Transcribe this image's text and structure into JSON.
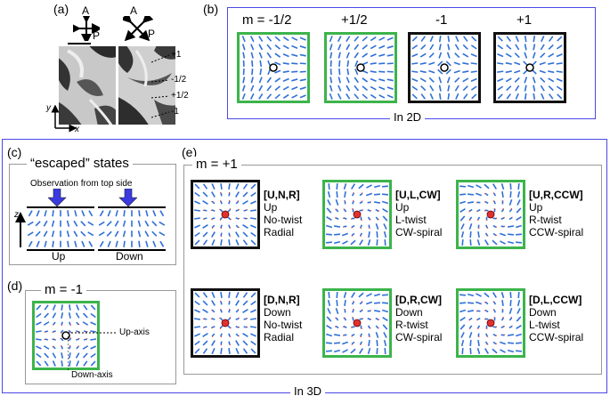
{
  "panels": {
    "a": {
      "label": "(a)",
      "pol_left": {
        "a": "A",
        "p": "P"
      },
      "pol_right": {
        "a": "A",
        "p": "P"
      },
      "defects": [
        "+1",
        "-1/2",
        "+1/2",
        "-1"
      ],
      "axes": {
        "y": "y",
        "x": "x"
      }
    },
    "b": {
      "label": "(b)",
      "titles": [
        "m = -1/2",
        "+1/2",
        "-1",
        "+1"
      ],
      "frames": [
        "green",
        "green",
        "black",
        "black"
      ],
      "footer": "In 2D"
    },
    "c": {
      "label": "(c)",
      "title": "“escaped” states",
      "observation": "Observation from top side",
      "z_label": "z",
      "up": "Up",
      "down": "Down"
    },
    "d": {
      "label": "(d)",
      "title": "m = -1",
      "up_axis": "Up-axis",
      "down_axis": "Down-axis"
    },
    "e": {
      "label": "(e)",
      "title": "m = +1",
      "cells": [
        {
          "code": "[U,N,R]",
          "l1": "Up",
          "l2": "No-twist",
          "l3": "Radial",
          "frame": "black"
        },
        {
          "code": "[U,L,CW]",
          "l1": "Up",
          "l2": "L-twist",
          "l3": "CW-spiral",
          "frame": "green"
        },
        {
          "code": "[U,R,CCW]",
          "l1": "Up",
          "l2": "R-twist",
          "l3": "CCW-spiral",
          "frame": "green"
        },
        {
          "code": "[D,N,R]",
          "l1": "Down",
          "l2": "No-twist",
          "l3": "Radial",
          "frame": "black"
        },
        {
          "code": "[D,R,CW]",
          "l1": "Down",
          "l2": "R-twist",
          "l3": "CW-spiral",
          "frame": "green"
        },
        {
          "code": "[D,L,CCW]",
          "l1": "Down",
          "l2": "L-twist",
          "l3": "CCW-spiral",
          "frame": "green"
        }
      ]
    },
    "footer3d": "In 3D"
  },
  "colors": {
    "accent_blue": "#4a4ae6",
    "rod_blue": "#2f6fd6",
    "frame_green": "#3cb44b",
    "nail_red": "#e03030",
    "arrow_blue": "#3a3ae0"
  }
}
